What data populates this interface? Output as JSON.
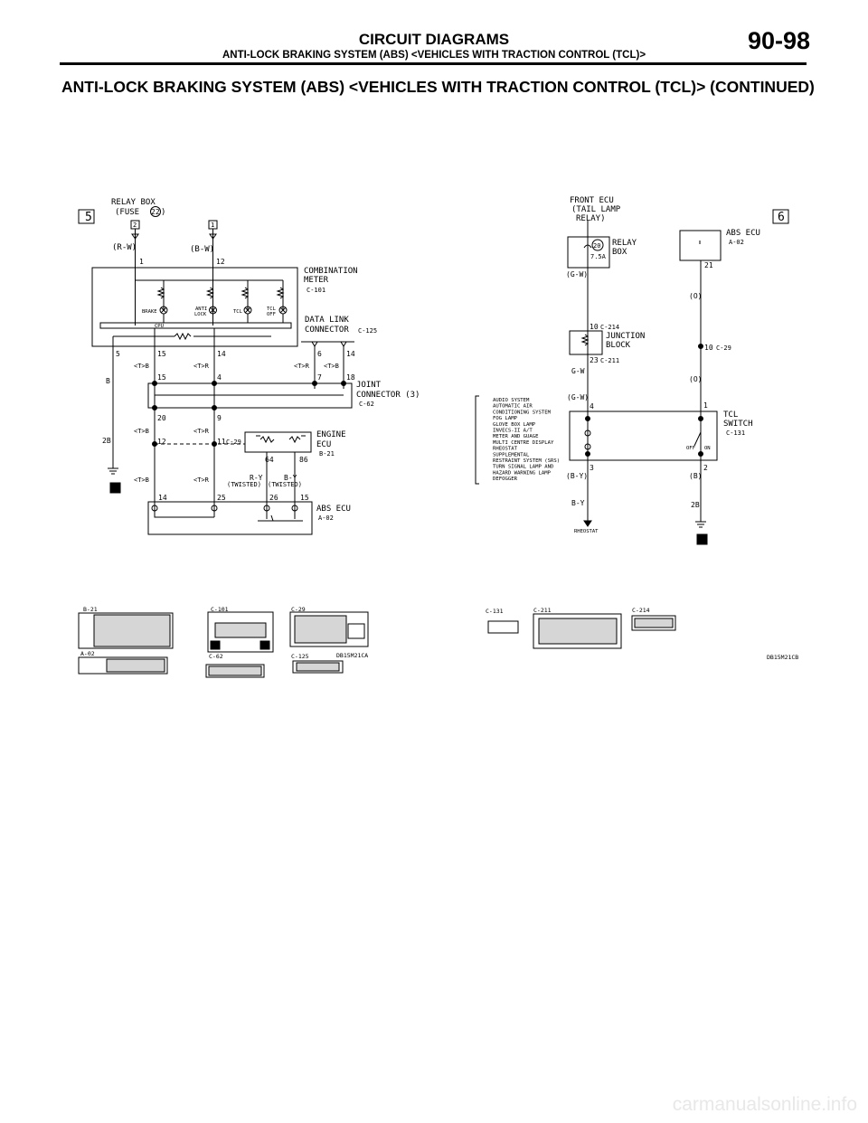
{
  "header": {
    "title": "CIRCUIT DIAGRAMS",
    "subtitle": "ANTI-LOCK BRAKING SYSTEM (ABS) <VEHICLES WITH TRACTION CONTROL (TCL)>",
    "page_number": "90-98"
  },
  "section_title": "ANTI-LOCK BRAKING SYSTEM (ABS) <VEHICLES WITH TRACTION CONTROL (TCL)> (CONTINUED)",
  "left": {
    "sheet_ref": "5",
    "relay_box": "RELAY BOX",
    "fuse": "(FUSE",
    "fuse_no": "22",
    "fuse_close": ")",
    "pin_a": "2",
    "pin_b": "1",
    "wire_a": "(R-W)",
    "wire_b": "(B-W)",
    "meter_pin_1": "1",
    "meter_pin_12": "12",
    "meter_name_1": "COMBINATION",
    "meter_name_2": "METER",
    "meter_conn": "C-101",
    "lamp_brake": "BRAKE",
    "lamp_anti_1": "ANTI",
    "lamp_anti_2": "LOCK",
    "lamp_tcl": "TCL",
    "lamp_tcloff_1": "TCL",
    "lamp_tcloff_2": "OFF",
    "cpu": "CPU",
    "dlc_1": "DATA LINK",
    "dlc_2": "CONNECTOR",
    "dlc_conn": "C-125",
    "meter_out": [
      "5",
      "15",
      "14"
    ],
    "dlc_pins": [
      "6",
      "14"
    ],
    "tag_tb": "<T>B",
    "tag_tr": "<T>R",
    "wire_b_color": "B",
    "joint_in": [
      "15",
      "4",
      "7",
      "18"
    ],
    "joint_1": "JOINT",
    "joint_2": "CONNECTOR (3)",
    "joint_conn": "C-62",
    "joint_out": [
      "20",
      "9"
    ],
    "ground_wire": "2B",
    "ecu_pins_top": [
      "12",
      "11"
    ],
    "ecu_conn_c29": "C-29",
    "ecu_pins_64_86": [
      "64",
      "86"
    ],
    "engine_1": "ENGINE",
    "engine_2": "ECU",
    "engine_conn": "B-21",
    "ry": "R-Y",
    "by": "B-Y",
    "twisted": "(TWISTED)",
    "abs_pins": [
      "14",
      "25",
      "26",
      "15"
    ],
    "abs_ecu": "ABS ECU",
    "abs_conn": "A-02",
    "ground_ref": "6"
  },
  "right": {
    "sheet_ref": "6",
    "front_ecu_1": "FRONT ECU",
    "front_ecu_2": "(TAIL LAMP",
    "front_ecu_3": "RELAY)",
    "fuse_no": "20",
    "fuse_amp": "7.5A",
    "relay_box_1": "RELAY",
    "relay_box_2": "BOX",
    "wire_gw": "(G-W)",
    "jb_pin_top": "10",
    "jb_conn_top": "C-214",
    "jb_1": "JUNCTION",
    "jb_2": "BLOCK",
    "jb_pin_bot": "23",
    "jb_conn_bot": "C-211",
    "wire_gw_plain": "G-W",
    "abs_ecu": "ABS ECU",
    "abs_conn": "A-02",
    "abs_pin": "21",
    "wire_o": "(O)",
    "sw_pin_10": "10",
    "sw_conn_c29": "C-29",
    "wire_o2": "(O)",
    "sw_pin_1": "1",
    "tcl_1": "TCL",
    "tcl_2": "SWITCH",
    "tcl_conn": "C-131",
    "sw_pin_4": "4",
    "sw_pin_3": "3",
    "sw_pin_2": "2",
    "sw_off": "OFF",
    "sw_on": "ON",
    "wire_by": "(B-Y)",
    "wire_b": "(B)",
    "wire_by_plain": "B-Y",
    "rheostat": "RHEOSTAT",
    "ground_wire": "2B",
    "ground_ref": "6",
    "systems": [
      "AUDIO SYSTEM",
      "AUTOMATIC AIR",
      "CONDITIONING SYSTEM",
      "FOG LAMP",
      "GLOVE BOX LAMP",
      "INVECS-II A/T",
      "METER AND GUAGE",
      "MULTI CENTRE DISPLAY",
      "RHEOSTAT",
      "SUPPLEMENTAL",
      "RESTRAINT SYSTEM (SRS)",
      "TURN SIGNAL LAMP AND",
      "HAZARD WARNING LAMP",
      "DEFOGGER"
    ]
  },
  "connectors": {
    "left": [
      "B-21",
      "C-101",
      "C-29",
      "A-02",
      "C-62",
      "C-125"
    ],
    "right": [
      "C-131",
      "C-211",
      "C-214"
    ],
    "code_left": "DB15M21CA",
    "code_right": "DB15M21CB"
  },
  "watermark": "carmanualsonline.info"
}
